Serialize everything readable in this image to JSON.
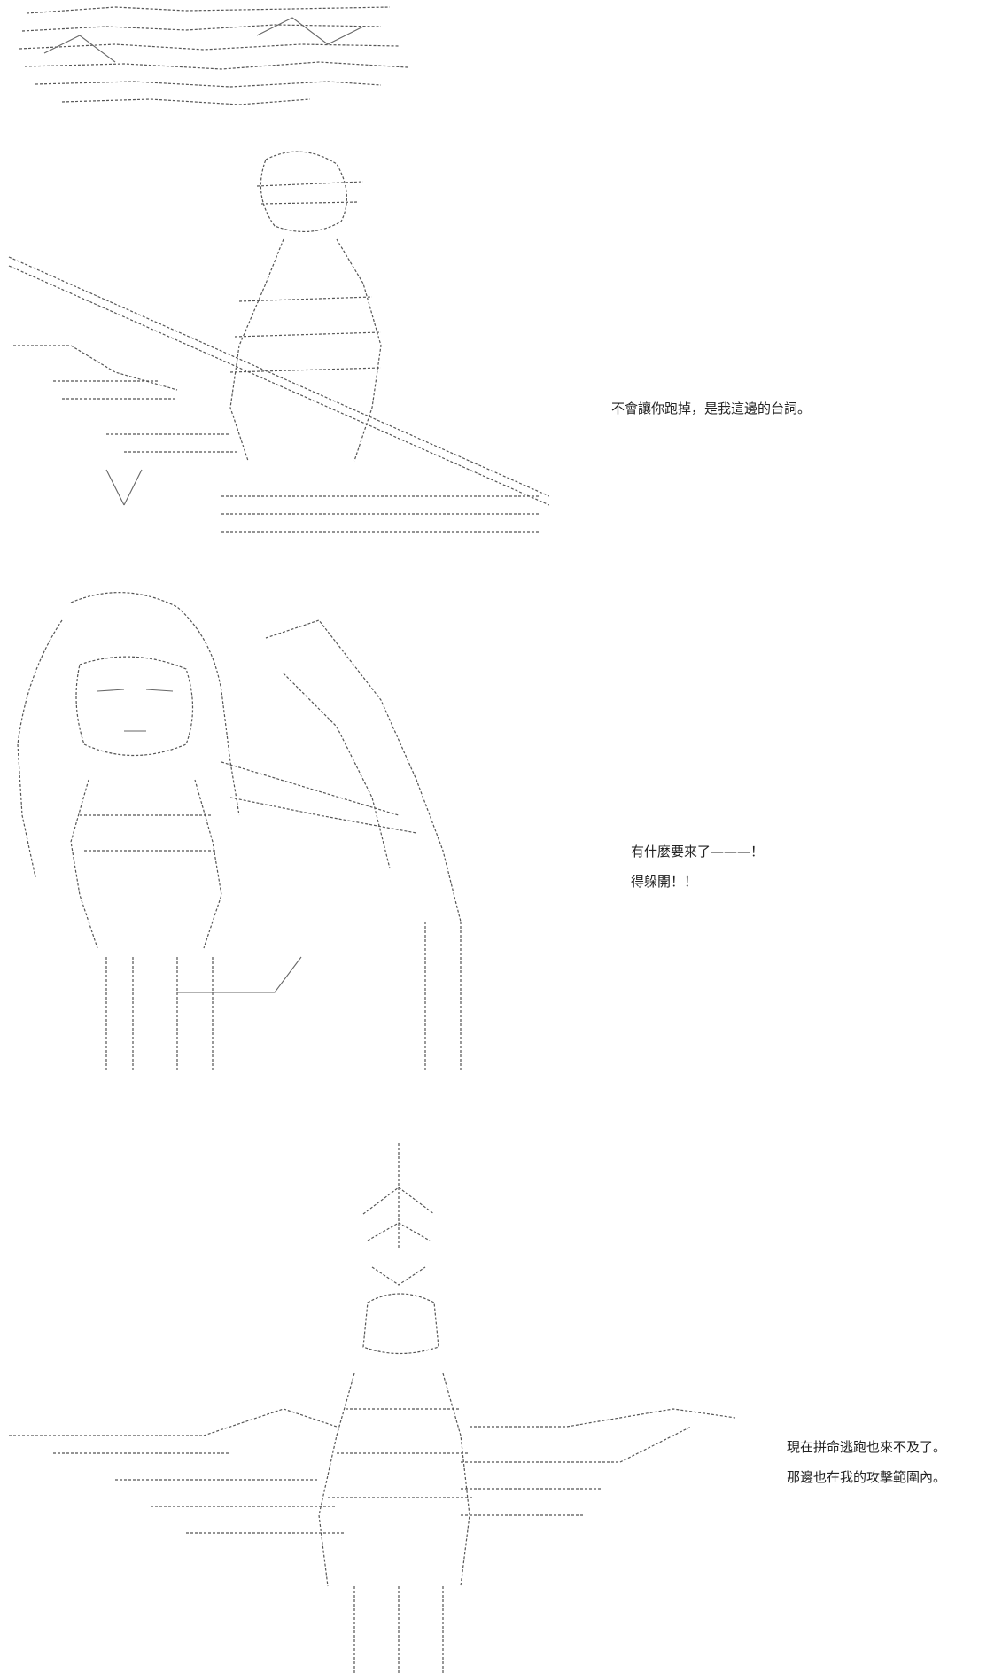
{
  "panels": [
    {
      "id": "panel-1",
      "art": "top-ascii-fragment",
      "lines": []
    },
    {
      "id": "panel-2",
      "art": "spear-warrior-ascii-art",
      "lines": [
        "不會讓你跑掉，是我這邊的台詞。"
      ]
    },
    {
      "id": "panel-3",
      "art": "long-haired-girl-ascii-art",
      "lines": [
        "有什麼要來了———！",
        "得躲開！！"
      ]
    },
    {
      "id": "panel-4",
      "art": "armored-figure-ascii-art",
      "lines": [
        "現在拼命逃跑也來不及了。",
        "那邊也在我的攻擊範圍內。"
      ]
    }
  ]
}
